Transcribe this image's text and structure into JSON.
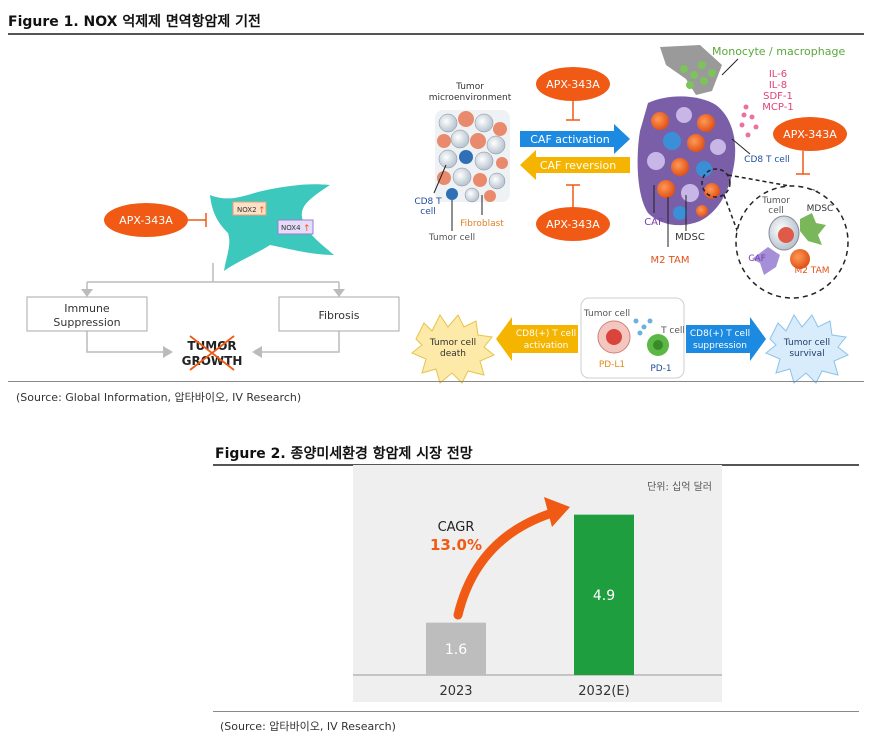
{
  "figure1": {
    "title": "Figure 1. NOX 억제제 면역항암제 기전",
    "source": "(Source: Global Information, 압타바이오, IV Research)",
    "left": {
      "drug": "APX-343A",
      "nox2": "NOX2",
      "nox4": "NOX4",
      "immune_1": "Immune",
      "immune_2": "Suppression",
      "fibrosis": "Fibrosis",
      "tumor": "TUMOR",
      "growth": "GROWTH"
    },
    "tme": {
      "title_1": "Tumor",
      "title_2": "microenvironment",
      "cd8_1": "CD8 T",
      "cd8_2": "cell",
      "fibroblast": "Fibroblast",
      "tumor_cell": "Tumor cell"
    },
    "caf": {
      "drug_top": "APX-343A",
      "drug_bottom": "APX-343A",
      "activation": "CAF activation",
      "reversion": "CAF reversion"
    },
    "tumor_mass": {
      "monocyte": "Monocyte / macrophage",
      "cytokines": [
        "IL-6",
        "IL-8",
        "SDF-1",
        "MCP-1"
      ],
      "drug": "APX-343A",
      "cd8": "CD8 T cell",
      "caf": "CAF",
      "mdsc": "MDSC",
      "m2tam": "M2 TAM"
    },
    "zoom": {
      "tumor_1": "Tumor",
      "tumor_2": "cell",
      "mdsc": "MDSC",
      "caf": "CAF",
      "m2tam": "M2 TAM"
    },
    "bottom": {
      "death_1": "Tumor cell",
      "death_2": "death",
      "act_1": "CD8(+) T cell",
      "act_2": "activation",
      "tumor_cell": "Tumor cell",
      "t_cell": "T cell",
      "pdl1": "PD-L1",
      "pd1": "PD-1",
      "supp_1": "CD8(+) T cell",
      "supp_2": "suppression",
      "surv_1": "Tumor cell",
      "surv_2": "survival"
    }
  },
  "figure2": {
    "title": "Figure 2. 종양미세환경 항암제 시장 전망",
    "source": "(Source: 압타바이오, IV Research)",
    "unit": "단위: 십억 달러",
    "cagr_label": "CAGR",
    "cagr_value": "13.0%",
    "colors": {
      "bar_2023": "#bdbdbd",
      "bar_2032": "#1e9e3e",
      "accent": "#f05a14"
    }
  },
  "chart_data": {
    "type": "bar",
    "categories": [
      "2023",
      "2032(E)"
    ],
    "values": [
      1.6,
      4.9
    ],
    "title": "종양미세환경 항암제 시장 전망",
    "xlabel": "",
    "ylabel": "",
    "ylim": [
      0,
      5.5
    ],
    "unit": "단위: 십억 달러",
    "annotation": "CAGR 13.0%"
  }
}
